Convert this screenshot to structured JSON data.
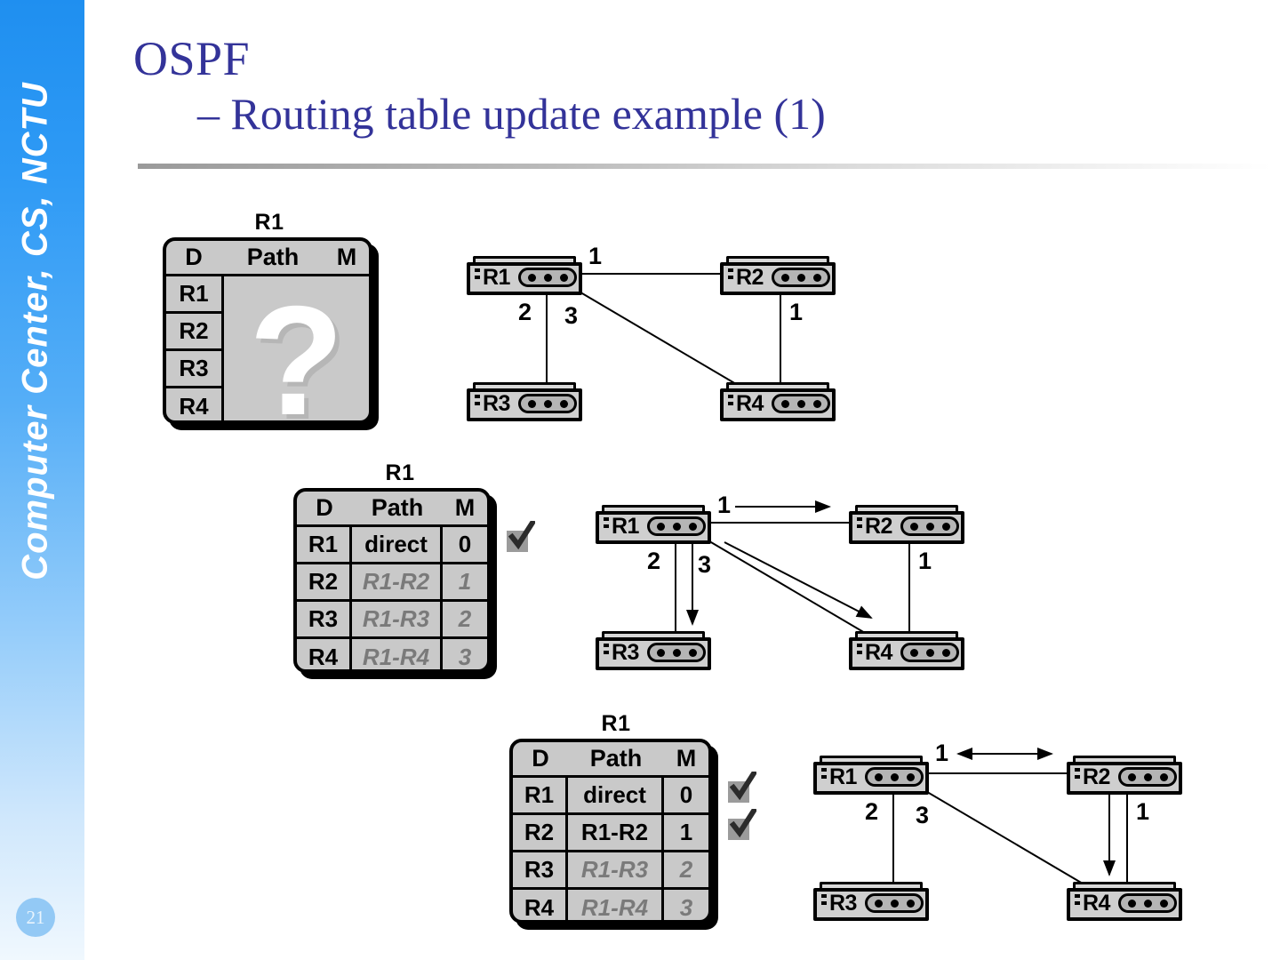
{
  "sidebar": {
    "vertical_label": "Computer Center, CS, NCTU",
    "page_number": "21"
  },
  "title": {
    "line1": "OSPF",
    "line2": "– Routing table update example (1)"
  },
  "tables": [
    {
      "caption": "R1",
      "headers": {
        "d": "D",
        "path": "Path",
        "metric": "M"
      },
      "unknown_glyph": "?",
      "rows": [
        {
          "d": "R1",
          "path": "",
          "metric": "",
          "state": "unknown",
          "checked": false
        },
        {
          "d": "R2",
          "path": "",
          "metric": "",
          "state": "unknown",
          "checked": false
        },
        {
          "d": "R3",
          "path": "",
          "metric": "",
          "state": "unknown",
          "checked": false
        },
        {
          "d": "R4",
          "path": "",
          "metric": "",
          "state": "unknown",
          "checked": false
        }
      ]
    },
    {
      "caption": "R1",
      "headers": {
        "d": "D",
        "path": "Path",
        "metric": "M"
      },
      "rows": [
        {
          "d": "R1",
          "path": "direct",
          "metric": "0",
          "state": "confirmed",
          "checked": true
        },
        {
          "d": "R2",
          "path": "R1-R2",
          "metric": "1",
          "state": "pending",
          "checked": false
        },
        {
          "d": "R3",
          "path": "R1-R3",
          "metric": "2",
          "state": "pending",
          "checked": false
        },
        {
          "d": "R4",
          "path": "R1-R4",
          "metric": "3",
          "state": "pending",
          "checked": false
        }
      ]
    },
    {
      "caption": "R1",
      "headers": {
        "d": "D",
        "path": "Path",
        "metric": "M"
      },
      "rows": [
        {
          "d": "R1",
          "path": "direct",
          "metric": "0",
          "state": "confirmed",
          "checked": true
        },
        {
          "d": "R2",
          "path": "R1-R2",
          "metric": "1",
          "state": "confirmed",
          "checked": true
        },
        {
          "d": "R3",
          "path": "R1-R3",
          "metric": "2",
          "state": "pending",
          "checked": false
        },
        {
          "d": "R4",
          "path": "R1-R4",
          "metric": "3",
          "state": "pending",
          "checked": false
        }
      ]
    }
  ],
  "diagrams": [
    {
      "routers": [
        "R1",
        "R2",
        "R3",
        "R4"
      ],
      "link_costs": {
        "r1_r2": "1",
        "r1_r3": "2",
        "r1_r4": "3",
        "r2_r4": "1"
      },
      "arrows": []
    },
    {
      "routers": [
        "R1",
        "R2",
        "R3",
        "R4"
      ],
      "link_costs": {
        "r1_r2": "1",
        "r1_r3": "2",
        "r1_r4": "3",
        "r2_r4": "1"
      },
      "arrows": [
        "R1->R2",
        "R1->R3",
        "R1->R4"
      ]
    },
    {
      "routers": [
        "R1",
        "R2",
        "R3",
        "R4"
      ],
      "link_costs": {
        "r1_r2": "1",
        "r1_r3": "2",
        "r1_r4": "3",
        "r2_r4": "1"
      },
      "arrows": [
        "R1<->R2",
        "R2->R4"
      ]
    }
  ],
  "colors": {
    "title": "#333399",
    "sidebar_top": "#1f8ff0",
    "table_fill": "#c9c9c9",
    "pending_text": "#7a7a7a"
  }
}
